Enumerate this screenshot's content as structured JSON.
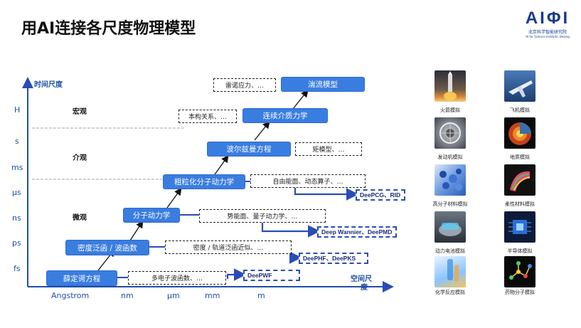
{
  "title": "用AI连接各尺度物理模型",
  "logo": {
    "mark": "AIΦI",
    "cn": "北京科学智能研究院",
    "en": "AI for Science Institute, Beijing"
  },
  "axes": {
    "y_label": "时间尺度",
    "x_label_line1": "空间尺",
    "x_label_line2": "度",
    "y_ticks": [
      "H",
      "s",
      "ms",
      "μs",
      "ns",
      "ps",
      "fs"
    ],
    "x_ticks": [
      "Angstrom",
      "nm",
      "μm",
      "mm",
      "m"
    ]
  },
  "scales": {
    "macro": "宏观",
    "meso": "介观",
    "micro": "微观"
  },
  "models": [
    "薛定谔方程",
    "密度泛函 / 波函数",
    "分子动力学",
    "粗粒化分子动力学",
    "波尔兹曼方程",
    "连续介质力学",
    "湍流模型"
  ],
  "approximations": [
    "多电子波函数、…",
    "密度 / 轨道泛函近似、…",
    "势能面、量子动力学、…",
    "自由能面、动态算子、…",
    "矩模型、…",
    "本构关系、…",
    "雷诺应力、…"
  ],
  "deep_methods": [
    "DeePWF",
    "DeePHF、DeePKS",
    "Deep Wannier、DeePMD",
    "DeePCG、RID"
  ],
  "applications": [
    {
      "label": "火箭模拟",
      "icon": "rocket-icon"
    },
    {
      "label": "飞机模拟",
      "icon": "airplane-icon"
    },
    {
      "label": "发动机模拟",
      "icon": "engine-icon"
    },
    {
      "label": "地质模拟",
      "icon": "earth-icon"
    },
    {
      "label": "高分子材料模拟",
      "icon": "polymer-icon"
    },
    {
      "label": "柔性材料模拟",
      "icon": "flexible-material-icon"
    },
    {
      "label": "动力电池模拟",
      "icon": "battery-icon"
    },
    {
      "label": "半导体模拟",
      "icon": "chip-icon"
    },
    {
      "label": "化学反应模拟",
      "icon": "chemistry-icon"
    },
    {
      "label": "药物分子模拟",
      "icon": "drug-molecule-icon"
    }
  ],
  "colors": {
    "accent_blue": "#3a7de0",
    "deep_blue": "#2a4db5",
    "axis_blue": "#1f4fa6"
  }
}
